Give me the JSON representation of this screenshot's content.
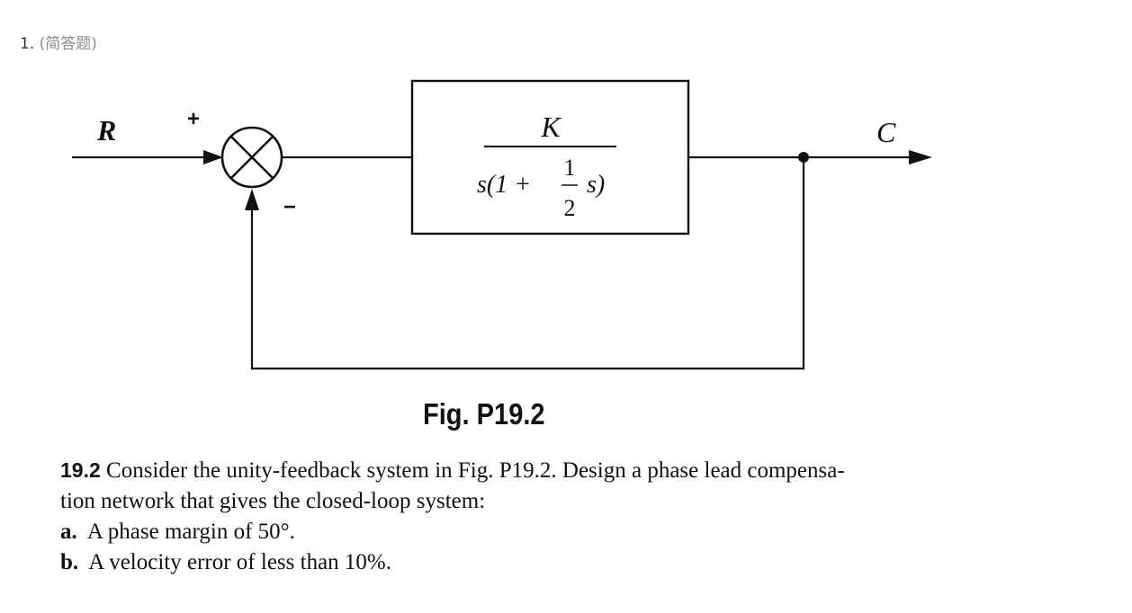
{
  "header": {
    "number": "1.",
    "type": "(简答题)"
  },
  "diagram": {
    "input_label": "R",
    "output_label": "C",
    "plus_sign": "+",
    "minus_sign": "−",
    "block": {
      "numerator": "K",
      "denominator_prefix": "s(1 +",
      "fraction_num": "1",
      "fraction_den": "2",
      "denominator_suffix": "s)"
    }
  },
  "figure": {
    "caption": "Fig. P19.2"
  },
  "problem": {
    "number": "19.2",
    "line1": "Consider the unity-feedback system in Fig. P19.2. Design a phase lead compensa-",
    "line2": "tion network that gives the closed-loop system:",
    "items": [
      {
        "label": "a.",
        "text": "A phase margin of 50°."
      },
      {
        "label": "b.",
        "text": "A velocity error of less than 10%."
      }
    ]
  }
}
